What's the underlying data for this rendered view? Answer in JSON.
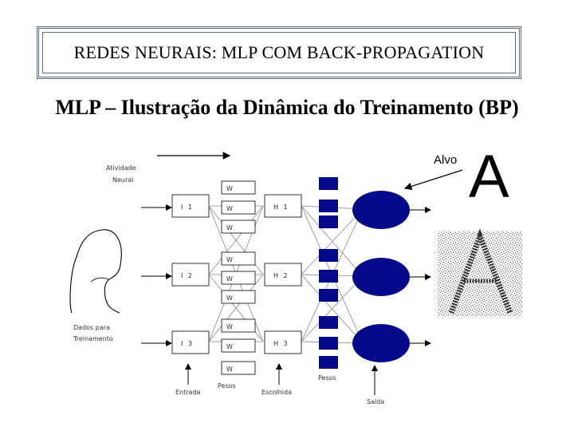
{
  "header": {
    "title": "REDES NEURAIS: MLP COM BACK-PROPAGATION"
  },
  "subtitle": "MLP – Ilustração da Dinâmica do Treinamento (BP)",
  "diagram": {
    "atividade_label": "Atividade",
    "neural_label": "Neural",
    "alvo_label": "Alvo",
    "alvo_letter": "A",
    "dados_label_1": "Dados para",
    "dados_label_2": "Treinamento",
    "inputs": [
      "I 1",
      "I 2",
      "I 3"
    ],
    "hidden": [
      "H 1",
      "H 2",
      "H 3"
    ],
    "weight_label": "W",
    "entrada_label": "Entrada",
    "pesos_label_1": "Pesos",
    "escolhida_label": "Escolhida",
    "pesos_label_2": "Pesos",
    "saida_label": "Saída"
  }
}
